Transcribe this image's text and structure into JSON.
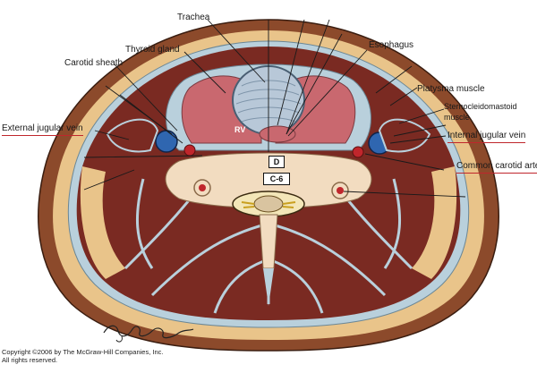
{
  "labels": {
    "trachea": "Trachea",
    "thyroid_gland": "Thyroid gland",
    "carotid_sheath": "Carotid sheath",
    "esophagus": "Esophagus",
    "platysma": "Platysma muscle",
    "scm_line1": "Sternocleidomastoid",
    "scm_line2": "muscle",
    "external_jugular": "External jugular vein",
    "internal_jugular": "Internal jugular vein",
    "common_carotid": "Common carotid artery",
    "rv": "RV",
    "d": "D",
    "c6": "C-6"
  },
  "copyright": {
    "line1": "Copyright ©2006 by The McGraw-Hill Companies, Inc.",
    "line2": "All rights reserved."
  },
  "colors": {
    "skin": "#8c4a2b",
    "fat": "#e9c48a",
    "muscle": "#7a2a22",
    "thyroid": "#c9686f",
    "trachea": "#b8c8d8",
    "bone": "#f2dcc0",
    "vein": "#2f66b0",
    "artery": "#c0262c",
    "fascia": "#b9d0dc",
    "underline": "#c0262c"
  }
}
